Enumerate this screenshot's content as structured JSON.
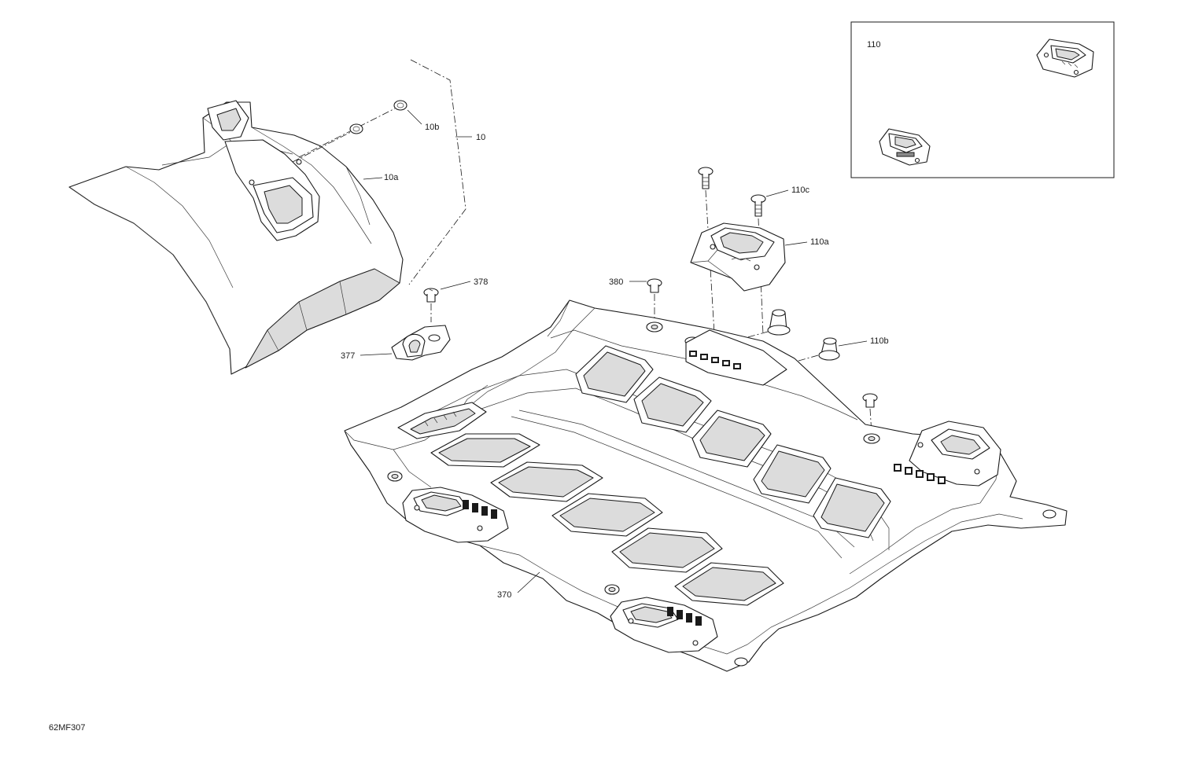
{
  "callouts": {
    "c10": "10",
    "c10a": "10a",
    "c10b": "10b",
    "c110": "110",
    "c110a": "110a",
    "c110b": "110b",
    "c110c": "110c",
    "c370": "370",
    "c377": "377",
    "c378": "378",
    "c380": "380"
  },
  "figure_id": "62MF307",
  "colors": {
    "line": "#1a1a1a",
    "shade": "#dcdcdc",
    "background": "#ffffff"
  }
}
